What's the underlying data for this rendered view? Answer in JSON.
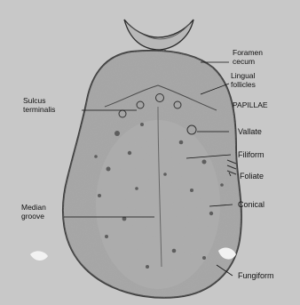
{
  "labels": {
    "foramen_cecum": [
      "Foramen",
      "cecum"
    ],
    "lingual_follicles": [
      "Lingual",
      "follicles"
    ],
    "papillae": "PAPILLAE",
    "vallate": "Vallate",
    "filiform": "Filiform",
    "foliate": "Foliate",
    "conical": "Conical",
    "fungiform": "Fungiform",
    "sulcus_terminalis": [
      "Sulcus",
      "terminalis"
    ],
    "median_groove": [
      "Median",
      "groove"
    ]
  },
  "colors": {
    "background": "#c8c8c8",
    "tongue_fill": "#a9a9a9",
    "tongue_edge": "#3a3a3a",
    "ink": "#111111"
  }
}
